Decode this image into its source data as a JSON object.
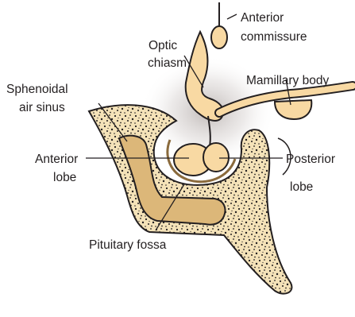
{
  "labels": {
    "anterior_commissure": [
      "Anterior",
      "commissure"
    ],
    "optic_chiasm": [
      "Optic",
      "chiasm"
    ],
    "sphenoidal_air_sinus": [
      "Sphenoidal",
      "air sinus"
    ],
    "mamillary_body": "Mamillary body",
    "anterior_lobe": [
      "Anterior",
      "lobe"
    ],
    "posterior_lobe": [
      "Posterior",
      "lobe"
    ],
    "pituitary_fossa": "Pituitary fossa"
  },
  "colors": {
    "tissue": "#f8d9a3",
    "bone": "#f4e2b8",
    "sinus": "#dcb779",
    "outline": "#231f20",
    "glow": "#c9c2c0"
  }
}
